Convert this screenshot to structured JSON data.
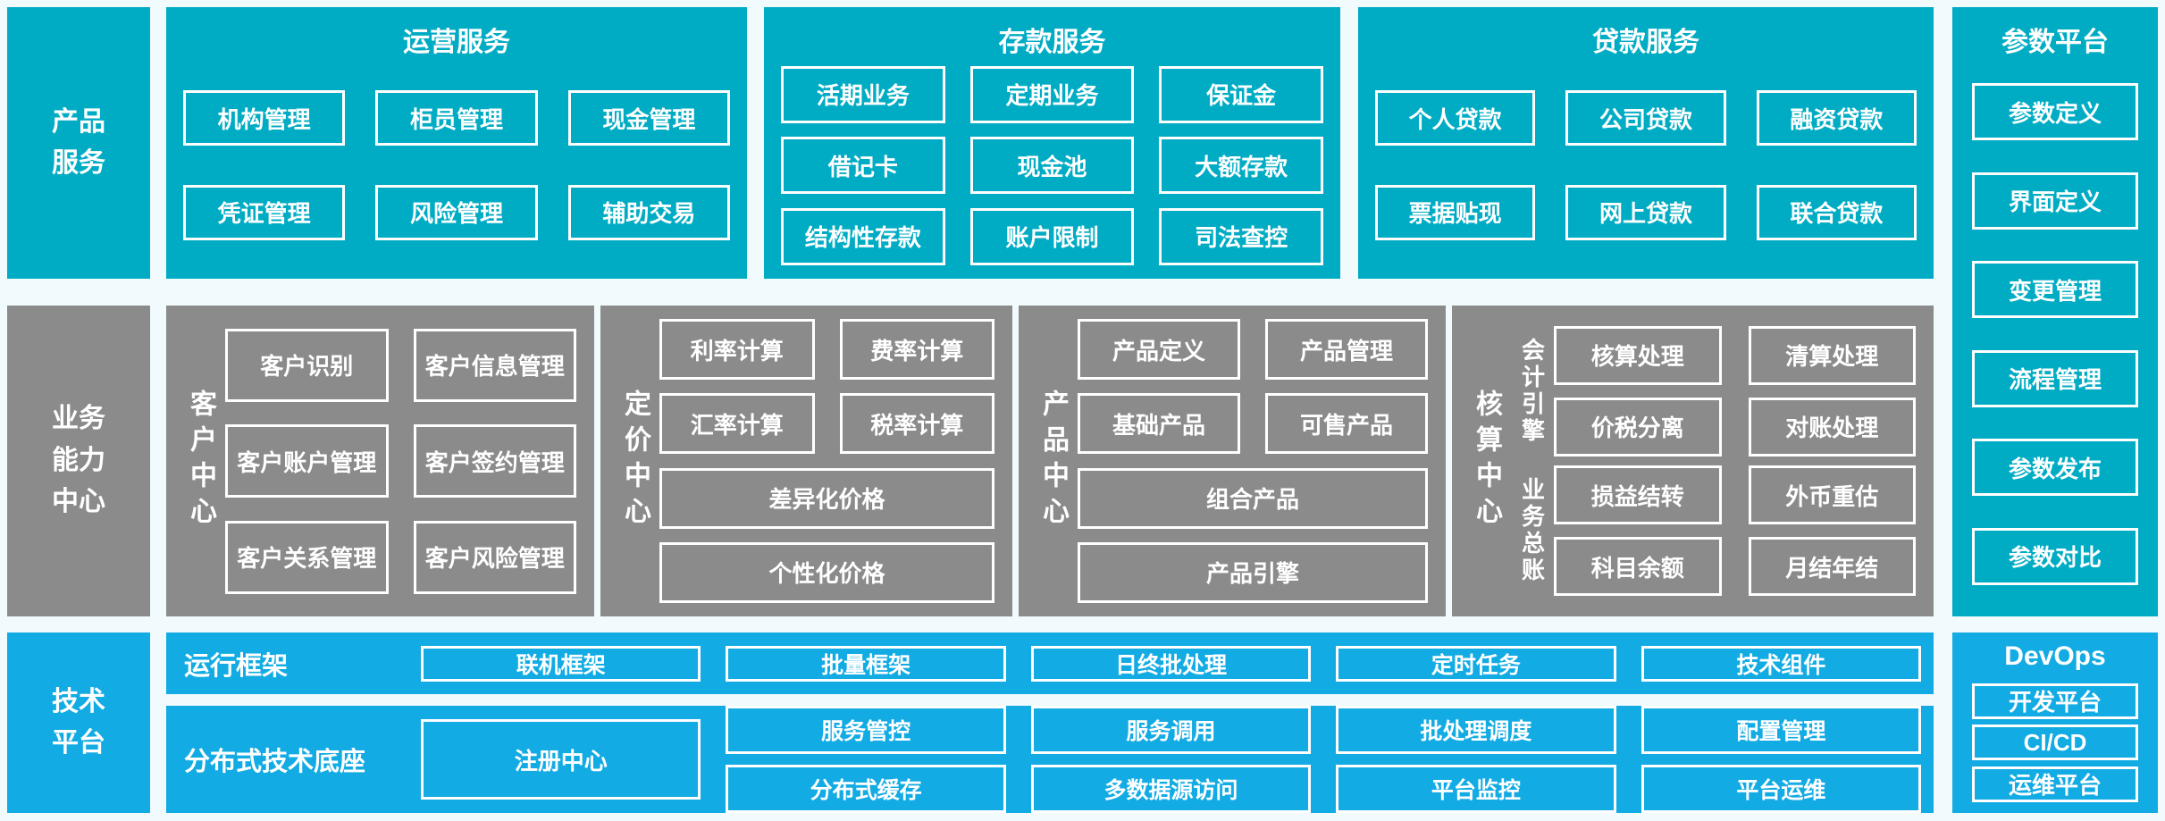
{
  "colors": {
    "teal": "#00acc4",
    "gray": "#8b8b8b",
    "blue": "#12abe3",
    "background": "#f1fafc",
    "box_border": "#ffffff",
    "text": "#ffffff"
  },
  "rails": {
    "product_services": "产品\n服务",
    "business_capability": "业务\n能力\n中心",
    "technology_platform": "技术\n平台"
  },
  "top": {
    "operations": {
      "title": "运营服务",
      "items": [
        "机构管理",
        "柜员管理",
        "现金管理",
        "凭证管理",
        "风险管理",
        "辅助交易"
      ]
    },
    "deposit": {
      "title": "存款服务",
      "items": [
        "活期业务",
        "定期业务",
        "保证金",
        "借记卡",
        "现金池",
        "大额存款",
        "结构性存款",
        "账户限制",
        "司法查控"
      ]
    },
    "loan": {
      "title": "贷款服务",
      "items": [
        "个人贷款",
        "公司贷款",
        "融资贷款",
        "票据贴现",
        "网上贷款",
        "联合贷款"
      ]
    }
  },
  "param_platform": {
    "title": "参数平台",
    "items": [
      "参数定义",
      "界面定义",
      "变更管理",
      "流程管理",
      "参数发布",
      "参数对比"
    ]
  },
  "middle": {
    "customer": {
      "label": "客户中心",
      "items": [
        "客户识别",
        "客户信息管理",
        "客户账户管理",
        "客户签约管理",
        "客户关系管理",
        "客户风险管理"
      ]
    },
    "pricing": {
      "label": "定价中心",
      "items": [
        "利率计算",
        "费率计算",
        "汇率计算",
        "税率计算"
      ],
      "wide": [
        "差异化价格",
        "个性化价格"
      ]
    },
    "product": {
      "label": "产品中心",
      "items": [
        "产品定义",
        "产品管理",
        "基础产品",
        "可售产品"
      ],
      "wide": [
        "组合产品",
        "产品引擎"
      ]
    },
    "accounting": {
      "label": "核算中心",
      "groups": [
        {
          "label": "会计引擎",
          "items": [
            "核算处理",
            "清算处理",
            "价税分离",
            "对账处理"
          ]
        },
        {
          "label": "业务总账",
          "items": [
            "损益结转",
            "外币重估",
            "科目余额",
            "月结年结"
          ]
        }
      ]
    }
  },
  "bottom": {
    "runtime": {
      "label": "运行框架",
      "items": [
        "联机框架",
        "批量框架",
        "日终批处理",
        "定时任务",
        "技术组件"
      ]
    },
    "distributed": {
      "label": "分布式技术底座",
      "registry": "注册中心",
      "row1": [
        "服务管控",
        "服务调用",
        "批处理调度",
        "配置管理"
      ],
      "row2": [
        "分布式缓存",
        "多数据源访问",
        "平台监控",
        "平台运维"
      ]
    },
    "devops": {
      "title": "DevOps",
      "items": [
        "开发平台",
        "CI/CD",
        "运维平台"
      ]
    }
  }
}
